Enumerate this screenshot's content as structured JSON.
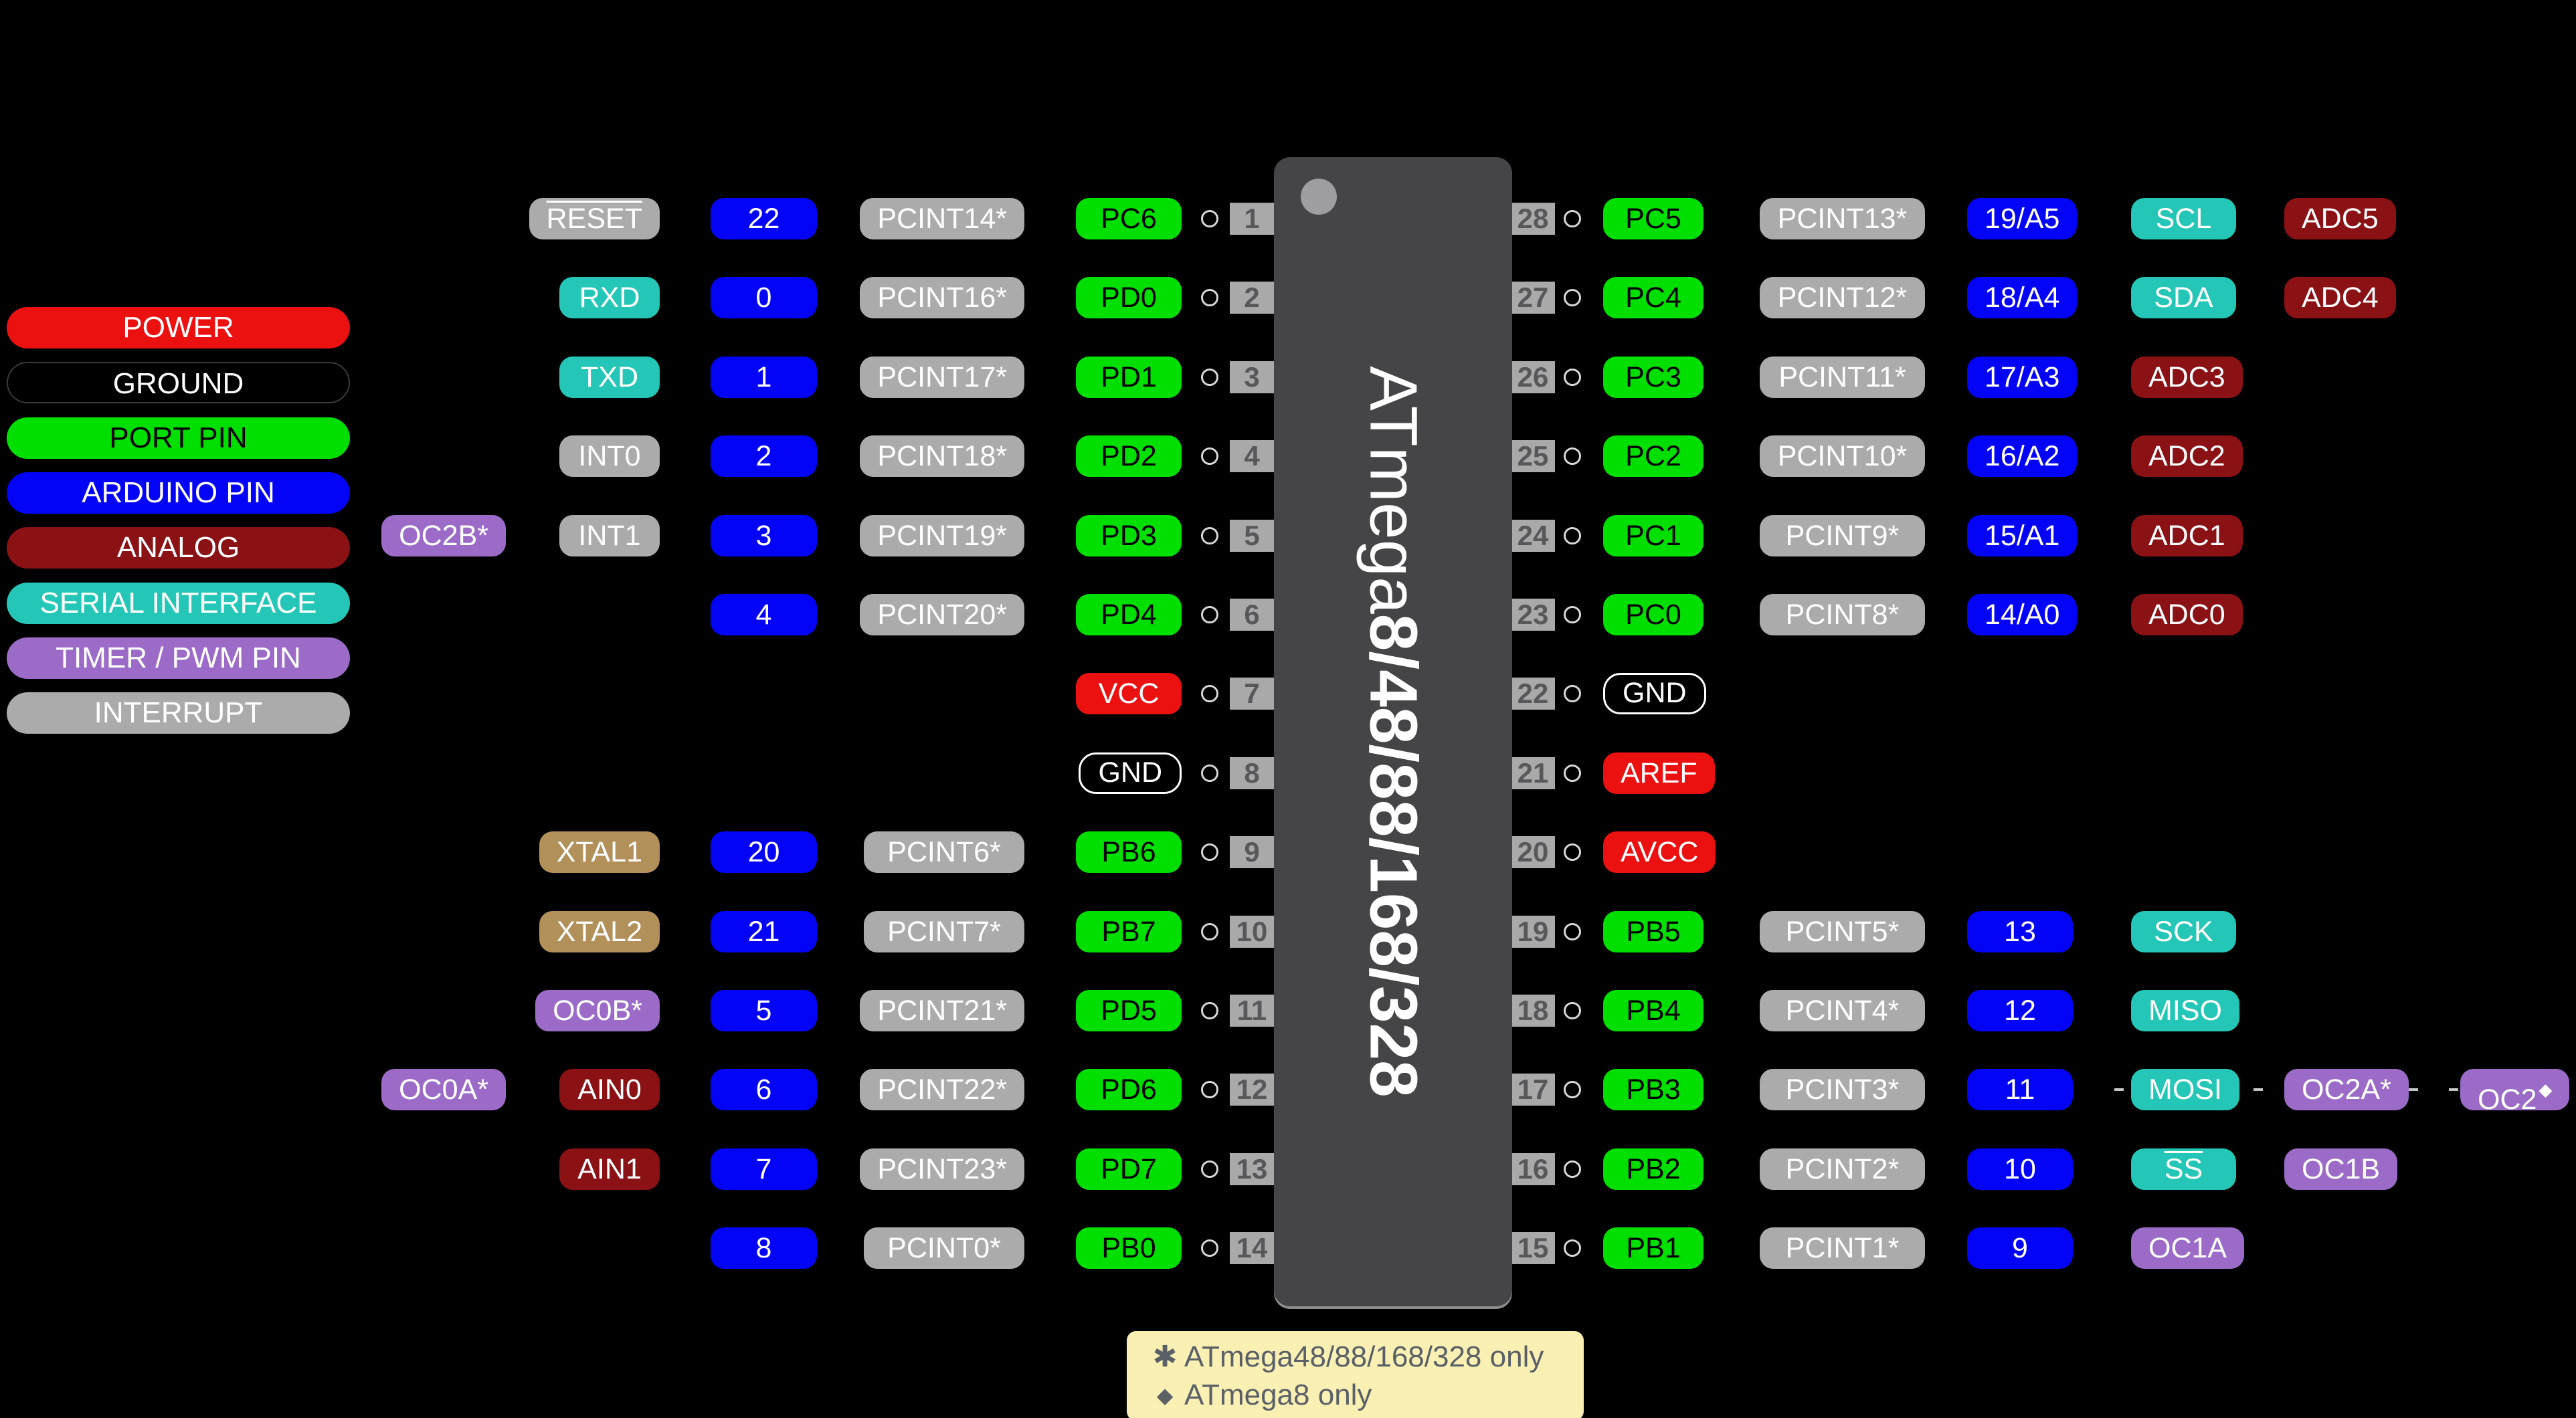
{
  "legend": {
    "items": [
      {
        "label": "POWER",
        "type": "power"
      },
      {
        "label": "GROUND",
        "type": "ground"
      },
      {
        "label": "PORT PIN",
        "type": "port"
      },
      {
        "label": "ARDUINO PIN",
        "type": "arduino"
      },
      {
        "label": "ANALOG",
        "type": "analog"
      },
      {
        "label": "SERIAL INTERFACE",
        "type": "serial"
      },
      {
        "label": "TIMER / PWM PIN",
        "type": "timer"
      },
      {
        "label": "INTERRUPT",
        "type": "interrupt"
      }
    ]
  },
  "chip": {
    "title_regular": "ATmega",
    "title_bold": "8/48/88/168/328"
  },
  "left_rows": [
    {
      "pin": "1",
      "badges": [
        {
          "col": "B",
          "text": "RESET",
          "type": "interrupt",
          "overline": true
        },
        {
          "col": "C",
          "text": "22",
          "type": "arduino"
        },
        {
          "col": "D",
          "text": "PCINT14*",
          "type": "interrupt"
        },
        {
          "col": "E",
          "text": "PC6",
          "type": "port"
        }
      ]
    },
    {
      "pin": "2",
      "badges": [
        {
          "col": "B",
          "text": "RXD",
          "type": "serial"
        },
        {
          "col": "C",
          "text": "0",
          "type": "arduino"
        },
        {
          "col": "D",
          "text": "PCINT16*",
          "type": "interrupt"
        },
        {
          "col": "E",
          "text": "PD0",
          "type": "port"
        }
      ]
    },
    {
      "pin": "3",
      "badges": [
        {
          "col": "B",
          "text": "TXD",
          "type": "serial"
        },
        {
          "col": "C",
          "text": "1",
          "type": "arduino"
        },
        {
          "col": "D",
          "text": "PCINT17*",
          "type": "interrupt"
        },
        {
          "col": "E",
          "text": "PD1",
          "type": "port"
        }
      ]
    },
    {
      "pin": "4",
      "badges": [
        {
          "col": "B",
          "text": "INT0",
          "type": "interrupt"
        },
        {
          "col": "C",
          "text": "2",
          "type": "arduino"
        },
        {
          "col": "D",
          "text": "PCINT18*",
          "type": "interrupt"
        },
        {
          "col": "E",
          "text": "PD2",
          "type": "port"
        }
      ]
    },
    {
      "pin": "5",
      "badges": [
        {
          "col": "A",
          "text": "OC2B*",
          "type": "timer"
        },
        {
          "col": "B",
          "text": "INT1",
          "type": "interrupt"
        },
        {
          "col": "C",
          "text": "3",
          "type": "arduino"
        },
        {
          "col": "D",
          "text": "PCINT19*",
          "type": "interrupt"
        },
        {
          "col": "E",
          "text": "PD3",
          "type": "port"
        }
      ]
    },
    {
      "pin": "6",
      "badges": [
        {
          "col": "C",
          "text": "4",
          "type": "arduino"
        },
        {
          "col": "D",
          "text": "PCINT20*",
          "type": "interrupt"
        },
        {
          "col": "E",
          "text": "PD4",
          "type": "port"
        }
      ]
    },
    {
      "pin": "7",
      "badges": [
        {
          "col": "E",
          "text": "VCC",
          "type": "power"
        }
      ]
    },
    {
      "pin": "8",
      "badges": [
        {
          "col": "E",
          "text": "GND",
          "type": "ground"
        }
      ]
    },
    {
      "pin": "9",
      "badges": [
        {
          "col": "B",
          "text": "XTAL1",
          "type": "xtal"
        },
        {
          "col": "C",
          "text": "20",
          "type": "arduino"
        },
        {
          "col": "D",
          "text": "PCINT6*",
          "type": "interrupt"
        },
        {
          "col": "E",
          "text": "PB6",
          "type": "port"
        }
      ]
    },
    {
      "pin": "10",
      "badges": [
        {
          "col": "B",
          "text": "XTAL2",
          "type": "xtal"
        },
        {
          "col": "C",
          "text": "21",
          "type": "arduino"
        },
        {
          "col": "D",
          "text": "PCINT7*",
          "type": "interrupt"
        },
        {
          "col": "E",
          "text": "PB7",
          "type": "port"
        }
      ]
    },
    {
      "pin": "11",
      "badges": [
        {
          "col": "B",
          "text": "OC0B*",
          "type": "timer"
        },
        {
          "col": "C",
          "text": "5",
          "type": "arduino"
        },
        {
          "col": "D",
          "text": "PCINT21*",
          "type": "interrupt"
        },
        {
          "col": "E",
          "text": "PD5",
          "type": "port"
        }
      ]
    },
    {
      "pin": "12",
      "badges": [
        {
          "col": "A",
          "text": "OC0A*",
          "type": "timer"
        },
        {
          "col": "B",
          "text": "AIN0",
          "type": "analog"
        },
        {
          "col": "C",
          "text": "6",
          "type": "arduino"
        },
        {
          "col": "D",
          "text": "PCINT22*",
          "type": "interrupt"
        },
        {
          "col": "E",
          "text": "PD6",
          "type": "port"
        }
      ]
    },
    {
      "pin": "13",
      "badges": [
        {
          "col": "B",
          "text": "AIN1",
          "type": "analog"
        },
        {
          "col": "C",
          "text": "7",
          "type": "arduino"
        },
        {
          "col": "D",
          "text": "PCINT23*",
          "type": "interrupt"
        },
        {
          "col": "E",
          "text": "PD7",
          "type": "port"
        }
      ]
    },
    {
      "pin": "14",
      "badges": [
        {
          "col": "C",
          "text": "8",
          "type": "arduino"
        },
        {
          "col": "D",
          "text": "PCINT0*",
          "type": "interrupt"
        },
        {
          "col": "E",
          "text": "PB0",
          "type": "port"
        }
      ]
    }
  ],
  "right_rows": [
    {
      "pin": "28",
      "badges": [
        {
          "col": "F",
          "text": "PC5",
          "type": "port"
        },
        {
          "col": "G",
          "text": "PCINT13*",
          "type": "interrupt"
        },
        {
          "col": "H",
          "text": "19/A5",
          "type": "arduino"
        },
        {
          "col": "I",
          "text": "SCL",
          "type": "serial"
        },
        {
          "col": "J",
          "text": "ADC5",
          "type": "analog"
        }
      ]
    },
    {
      "pin": "27",
      "badges": [
        {
          "col": "F",
          "text": "PC4",
          "type": "port"
        },
        {
          "col": "G",
          "text": "PCINT12*",
          "type": "interrupt"
        },
        {
          "col": "H",
          "text": "18/A4",
          "type": "arduino"
        },
        {
          "col": "I",
          "text": "SDA",
          "type": "serial"
        },
        {
          "col": "J",
          "text": "ADC4",
          "type": "analog"
        }
      ]
    },
    {
      "pin": "26",
      "badges": [
        {
          "col": "F",
          "text": "PC3",
          "type": "port"
        },
        {
          "col": "G",
          "text": "PCINT11*",
          "type": "interrupt"
        },
        {
          "col": "H",
          "text": "17/A3",
          "type": "arduino"
        },
        {
          "col": "I",
          "text": "ADC3",
          "type": "analog"
        }
      ]
    },
    {
      "pin": "25",
      "badges": [
        {
          "col": "F",
          "text": "PC2",
          "type": "port"
        },
        {
          "col": "G",
          "text": "PCINT10*",
          "type": "interrupt"
        },
        {
          "col": "H",
          "text": "16/A2",
          "type": "arduino"
        },
        {
          "col": "I",
          "text": "ADC2",
          "type": "analog"
        }
      ]
    },
    {
      "pin": "24",
      "badges": [
        {
          "col": "F",
          "text": "PC1",
          "type": "port"
        },
        {
          "col": "G",
          "text": "PCINT9*",
          "type": "interrupt"
        },
        {
          "col": "H",
          "text": "15/A1",
          "type": "arduino"
        },
        {
          "col": "I",
          "text": "ADC1",
          "type": "analog"
        }
      ]
    },
    {
      "pin": "23",
      "badges": [
        {
          "col": "F",
          "text": "PC0",
          "type": "port"
        },
        {
          "col": "G",
          "text": "PCINT8*",
          "type": "interrupt"
        },
        {
          "col": "H",
          "text": "14/A0",
          "type": "arduino"
        },
        {
          "col": "I",
          "text": "ADC0",
          "type": "analog"
        }
      ]
    },
    {
      "pin": "22",
      "badges": [
        {
          "col": "F",
          "text": "GND",
          "type": "ground"
        }
      ]
    },
    {
      "pin": "21",
      "badges": [
        {
          "col": "F",
          "text": "AREF",
          "type": "power"
        }
      ]
    },
    {
      "pin": "20",
      "badges": [
        {
          "col": "F",
          "text": "AVCC",
          "type": "power"
        }
      ]
    },
    {
      "pin": "19",
      "badges": [
        {
          "col": "F",
          "text": "PB5",
          "type": "port"
        },
        {
          "col": "G",
          "text": "PCINT5*",
          "type": "interrupt"
        },
        {
          "col": "H",
          "text": "13",
          "type": "arduino"
        },
        {
          "col": "I",
          "text": "SCK",
          "type": "serial"
        }
      ]
    },
    {
      "pin": "18",
      "badges": [
        {
          "col": "F",
          "text": "PB4",
          "type": "port"
        },
        {
          "col": "G",
          "text": "PCINT4*",
          "type": "interrupt"
        },
        {
          "col": "H",
          "text": "12",
          "type": "arduino"
        },
        {
          "col": "I",
          "text": "MISO",
          "type": "serial"
        }
      ]
    },
    {
      "pin": "17",
      "badges": [
        {
          "col": "F",
          "text": "PB3",
          "type": "port"
        },
        {
          "col": "G",
          "text": "PCINT3*",
          "type": "interrupt"
        },
        {
          "col": "H",
          "text": "11",
          "type": "arduino"
        },
        {
          "col": "I",
          "text": "MOSI",
          "type": "serial"
        },
        {
          "col": "J",
          "text": "OC2A*",
          "type": "timer"
        },
        {
          "col": "K",
          "text": "OC2",
          "sup": "◆",
          "type": "timer"
        }
      ]
    },
    {
      "pin": "16",
      "badges": [
        {
          "col": "F",
          "text": "PB2",
          "type": "port"
        },
        {
          "col": "G",
          "text": "PCINT2*",
          "type": "interrupt"
        },
        {
          "col": "H",
          "text": "10",
          "type": "arduino"
        },
        {
          "col": "I",
          "text": "SS",
          "type": "serial",
          "overline": true
        },
        {
          "col": "J",
          "text": "OC1B",
          "type": "timer"
        }
      ]
    },
    {
      "pin": "15",
      "badges": [
        {
          "col": "F",
          "text": "PB1",
          "type": "port"
        },
        {
          "col": "G",
          "text": "PCINT1*",
          "type": "interrupt"
        },
        {
          "col": "H",
          "text": "9",
          "type": "arduino"
        },
        {
          "col": "I",
          "text": "OC1A",
          "type": "timer"
        }
      ]
    }
  ],
  "footnote": {
    "sym1": "✱",
    "text1": "ATmega48/88/168/328 only",
    "sym2": "◆",
    "text2": "ATmega8 only"
  },
  "colors": {
    "power": "#EB1111",
    "ground_bg": "#000000",
    "ground_border": "#FFFFFF",
    "port": "#00DF00",
    "arduino": "#0303F5",
    "analog": "#8A1114",
    "serial": "#24C7B7",
    "timer": "#9B6BC7",
    "interrupt": "#ABABAB",
    "xtal": "#B2905A",
    "port_text": "#000000",
    "badge_text": "#FFFFFF",
    "chip_body": "#454548",
    "chip_pin1_dot": "#9E9EA1",
    "chip_text": "#FFFFFF",
    "pin_stub": "#A9A9A9",
    "pin_number": "#58585B",
    "pad_ring": "#D8D8D8",
    "dash": "#C4C4C4",
    "legend_ground_border": "#3A3A3A",
    "footnote_bg": "#FAF0B4",
    "footnote_text": "#5A6066"
  }
}
